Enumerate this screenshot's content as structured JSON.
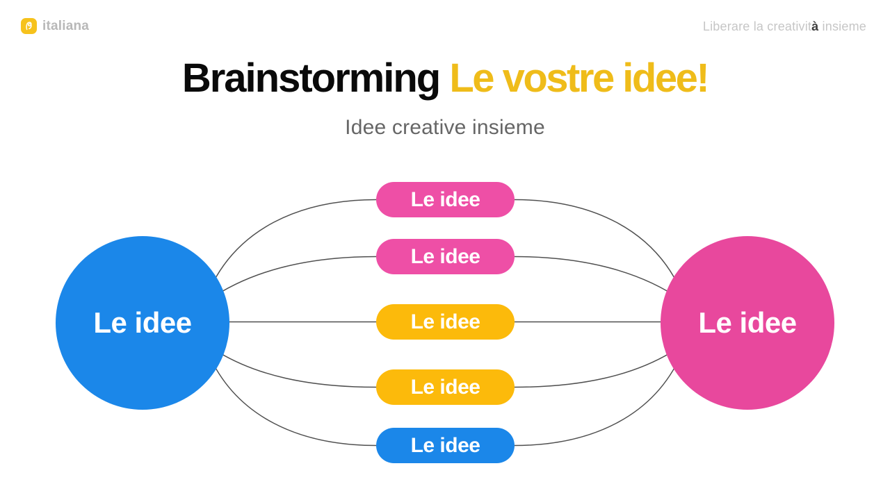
{
  "header": {
    "logo_text": "italiana",
    "logo_color": "#f6c21c",
    "tagline_parts": [
      "Liberare la creativit",
      "à",
      " insieme"
    ]
  },
  "title": {
    "main": "Brainstorming",
    "accent": "Le vostre idee!",
    "accent_color": "#efbc1a"
  },
  "subtitle": "Idee creative insieme",
  "diagram": {
    "connector_color": "#4f4f4f",
    "left_circle": {
      "label": "Le idee",
      "color": "#1b87e9"
    },
    "right_circle": {
      "label": "Le idee",
      "color": "#e8489d"
    },
    "pills": [
      {
        "label": "Le idee",
        "color": "#ee4fa6"
      },
      {
        "label": "Le idee",
        "color": "#ee4fa6"
      },
      {
        "label": "Le idee",
        "color": "#fcba0b"
      },
      {
        "label": "Le idee",
        "color": "#fcba0b"
      },
      {
        "label": "Le idee",
        "color": "#1b87e9"
      }
    ]
  }
}
